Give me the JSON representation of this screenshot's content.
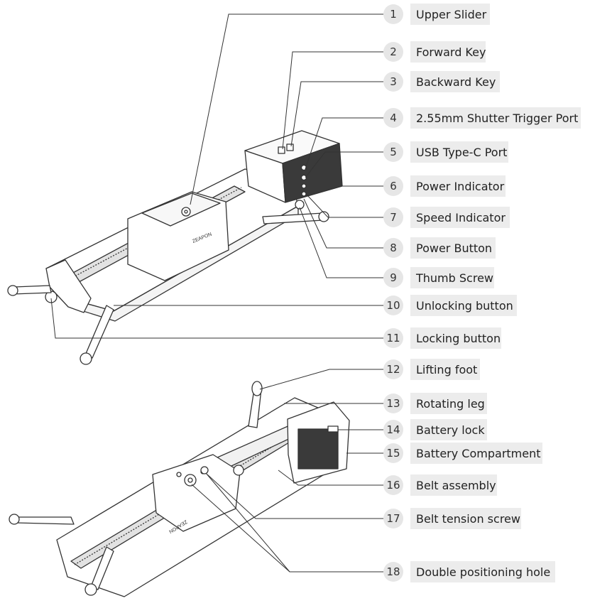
{
  "colors": {
    "line": "#333333",
    "badge_fill": "#e6e6e6",
    "label_fill": "#ececec",
    "text": "#222222"
  },
  "device": {
    "brand_top": "ZEAPON",
    "brand_bottom": "ZEAPON"
  },
  "callouts": [
    {
      "num": "1",
      "label": "Upper Slider"
    },
    {
      "num": "2",
      "label": "Forward Key"
    },
    {
      "num": "3",
      "label": "Backward Key"
    },
    {
      "num": "4",
      "label": "2.55mm Shutter Trigger Port"
    },
    {
      "num": "5",
      "label": "USB Type-C Port"
    },
    {
      "num": "6",
      "label": "Power Indicator"
    },
    {
      "num": "7",
      "label": "Speed Indicator"
    },
    {
      "num": "8",
      "label": "Power Button"
    },
    {
      "num": "9",
      "label": "Thumb Screw"
    },
    {
      "num": "10",
      "label": "Unlocking button"
    },
    {
      "num": "11",
      "label": "Locking button"
    },
    {
      "num": "12",
      "label": "Lifting foot"
    },
    {
      "num": "13",
      "label": "Rotating leg"
    },
    {
      "num": "14",
      "label": "Battery lock"
    },
    {
      "num": "15",
      "label": "Battery Compartment"
    },
    {
      "num": "16",
      "label": "Belt assembly"
    },
    {
      "num": "17",
      "label": "Belt tension screw"
    },
    {
      "num": "18",
      "label": "Double positioning hole"
    }
  ]
}
